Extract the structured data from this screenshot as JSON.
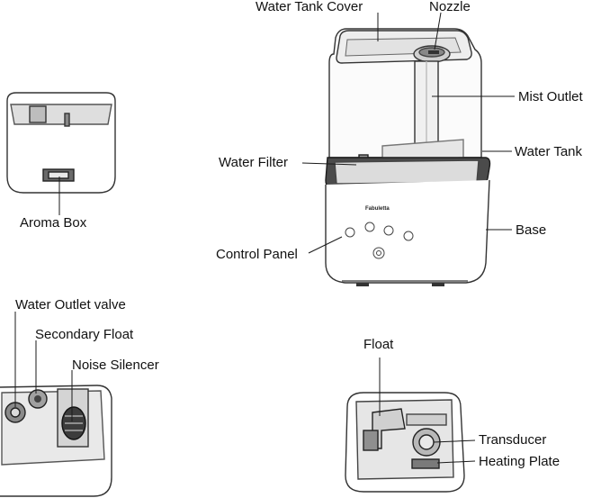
{
  "labels": {
    "water_tank_cover": "Water Tank Cover",
    "nozzle": "Nozzle",
    "mist_outlet": "Mist Outlet",
    "water_tank": "Water Tank",
    "water_filter": "Water Filter",
    "base": "Base",
    "control_panel": "Control Panel",
    "aroma_box": "Aroma Box",
    "water_outlet_valve": "Water Outlet valve",
    "secondary_float": "Secondary Float",
    "noise_silencer": "Noise Silencer",
    "float": "Float",
    "transducer": "Transducer",
    "heating_plate": "Heating Plate"
  },
  "device": {
    "brand": "Fabuletta"
  },
  "colors": {
    "line": "#1a1a1a",
    "outline": "#333333",
    "fill_light": "#f2f2f2",
    "fill_mid": "#d9d9d9",
    "fill_dark": "#4a4a4a"
  }
}
